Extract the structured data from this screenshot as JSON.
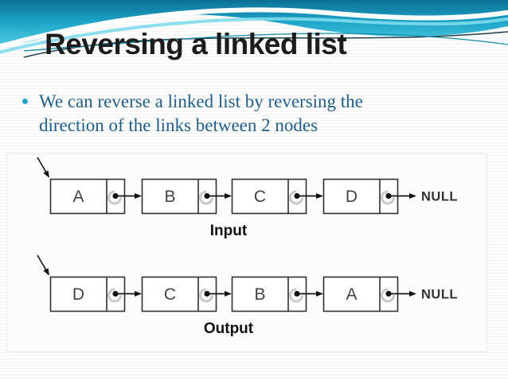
{
  "slide": {
    "title": "Reversing a linked list",
    "bullet": {
      "text": "We can reverse a linked list by reversing the direction of the links between 2 nodes"
    }
  },
  "diagram": {
    "rows": [
      {
        "label": "Input",
        "nodes": [
          "A",
          "B",
          "C",
          "D"
        ],
        "terminal": "NULL"
      },
      {
        "label": "Output",
        "nodes": [
          "D",
          "C",
          "B",
          "A"
        ],
        "terminal": "NULL"
      }
    ]
  },
  "colors": {
    "header_teal_dark": "#0c6f96",
    "header_teal_mid": "#1ea5c9",
    "header_teal_light": "#4cc8e0",
    "header_accent_cyan": "#7edcec",
    "title_text": "#1c1c1c",
    "bullet_text": "#215e86",
    "bullet_marker": "#2ba3c4",
    "diagram_line": "#2f2f2f",
    "node_letter": "#424242",
    "pointer_shadow": "#c8c8c8"
  }
}
